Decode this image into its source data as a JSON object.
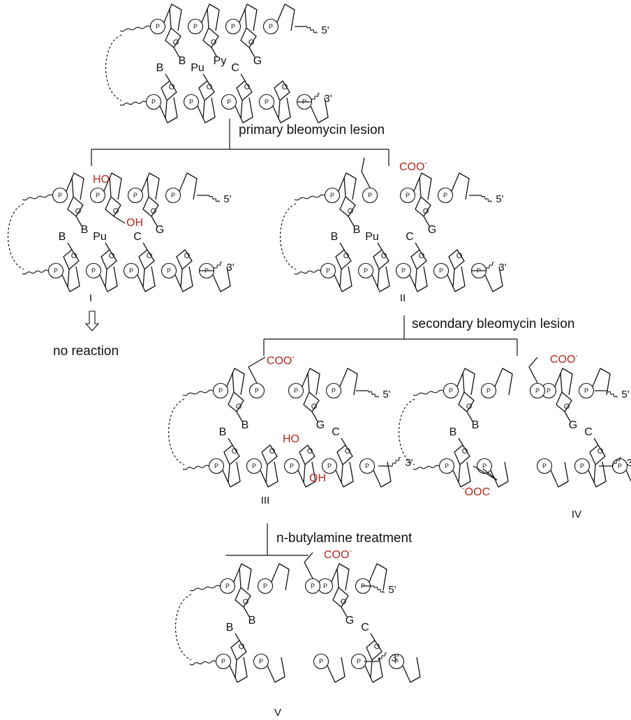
{
  "labels": {
    "phosphate": "P",
    "end5": "5'",
    "end3": "3'",
    "end3_cut": "3",
    "ring_o": "O",
    "base_b": "B",
    "base_py": "Py",
    "base_pu": "Pu",
    "base_c": "C",
    "base_g": "G",
    "carboxylate": "COO",
    "carboxylate_left": "OOC",
    "charge": "-",
    "hydroxyl_ho": "HO",
    "hydroxyl_oh": "OH"
  },
  "steps": {
    "primary": "primary bleomycin lesion",
    "secondary": "secondary bleomycin lesion",
    "butylamine": "n-butylamine treatment"
  },
  "outcomes": {
    "no_reaction": "no reaction"
  },
  "structures": {
    "i": "I",
    "ii": "II",
    "iii": "III",
    "iv": "IV",
    "v": "V"
  },
  "colors": {
    "ink": "#111111",
    "lesion_red": "#b0281e"
  }
}
